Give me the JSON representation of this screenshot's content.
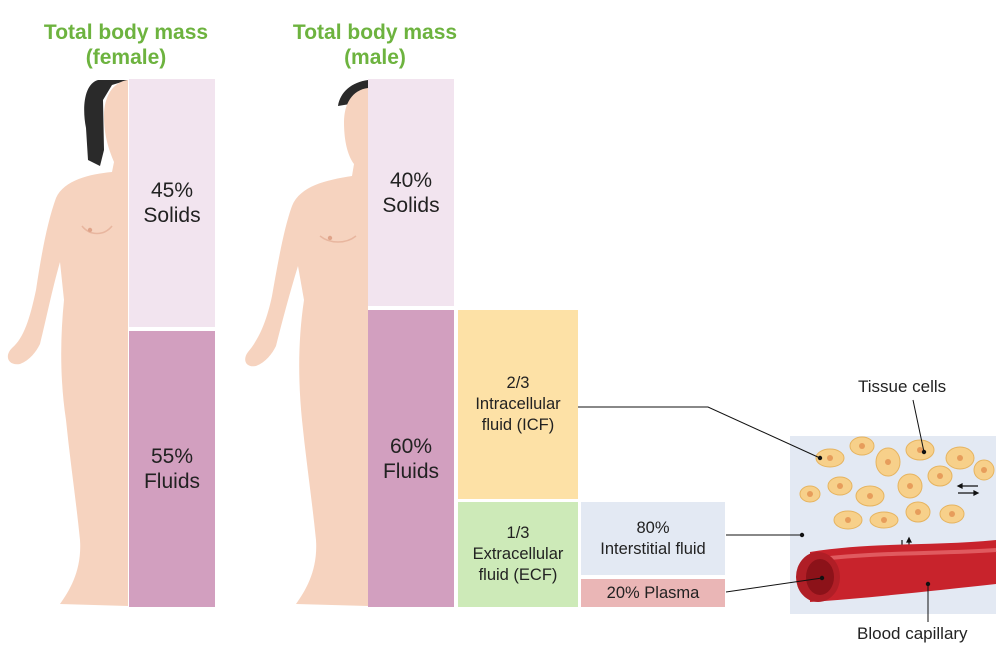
{
  "female": {
    "heading_line1": "Total body mass",
    "heading_line2": "(female)",
    "solids_pct": "45%",
    "solids_label": "Solids",
    "fluids_pct": "55%",
    "fluids_label": "Fluids"
  },
  "male": {
    "heading_line1": "Total body mass",
    "heading_line2": "(male)",
    "solids_pct": "40%",
    "solids_label": "Solids",
    "fluids_pct": "60%",
    "fluids_label": "Fluids"
  },
  "icf": {
    "fraction": "2/3",
    "line1": "Intracellular",
    "line2": "fluid (ICF)"
  },
  "ecf": {
    "fraction": "1/3",
    "line1": "Extracellular",
    "line2": "fluid (ECF)"
  },
  "interstitial": {
    "pct": "80%",
    "label": "Interstitial fluid"
  },
  "plasma": {
    "label": "20% Plasma"
  },
  "illustration": {
    "tissue_label": "Tissue cells",
    "capillary_label": "Blood capillary"
  },
  "colors": {
    "heading": "#6db33f",
    "solids": "#f2e4ef",
    "fluids": "#d29fbf",
    "icf": "#fde1a6",
    "ecf": "#cdeab8",
    "interstitial": "#e3e9f3",
    "plasma": "#eab6b6",
    "skin": "#f6d3bf",
    "hair": "#2a2a2a",
    "vessel": "#c8232c",
    "cell": "#f7d08a"
  }
}
